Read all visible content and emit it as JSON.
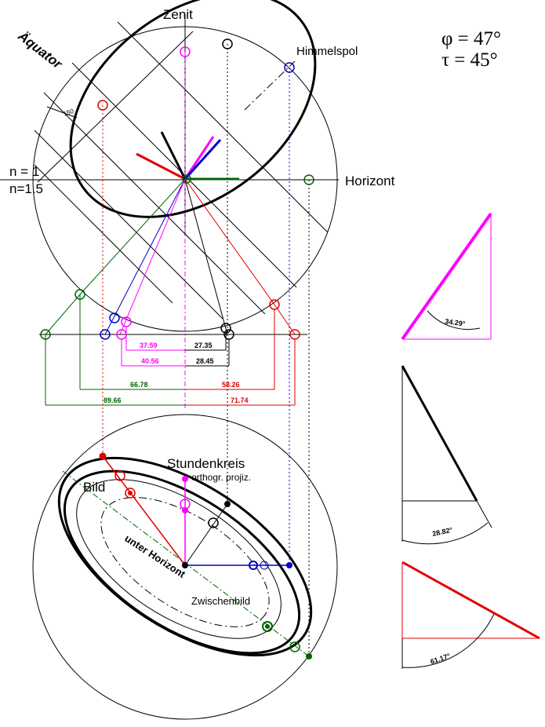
{
  "labels": {
    "zenit": "Zenit",
    "aequator": "Äquator",
    "himmelspol": "Himmelspol",
    "horizont": "Horizont",
    "n1": "n = 1",
    "n15": "n=1.5",
    "tick150": "150",
    "phi": "φ = 47°",
    "tau": "τ = 45°",
    "stundenkreis": "Stundenkreis",
    "orthogr": "orthogr. projiz.",
    "bild": "Bild",
    "unter_horizont": "unter Horizont",
    "zwischenbild": "Zwischenbild"
  },
  "dimensions": {
    "d1": "37.59",
    "d2": "27.35",
    "d3": "40.56",
    "d4": "28.45",
    "d5": "66.78",
    "d6": "58.26",
    "d7": "89.66",
    "d8": "71.74"
  },
  "angles": {
    "a1": "34.29°",
    "a2": "28.82°",
    "a3": "61.17°"
  },
  "colors": {
    "magenta": "#ff00ff",
    "red": "#e00000",
    "green": "#006400",
    "blue": "#0000cc",
    "black": "#000000"
  }
}
